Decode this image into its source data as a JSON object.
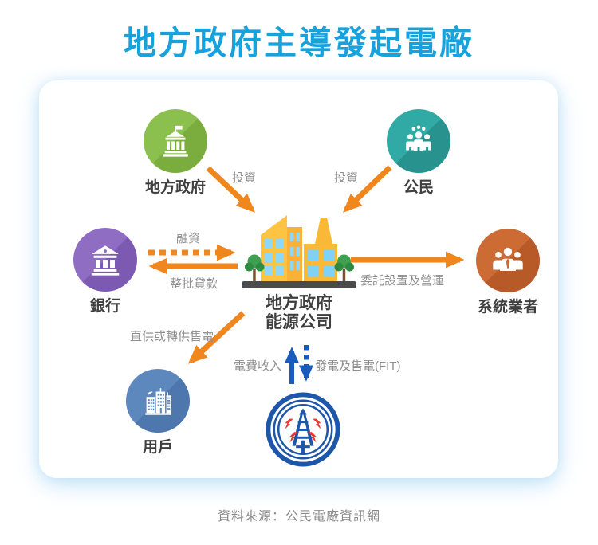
{
  "title": "地方政府主導發起電廠",
  "source": "資料來源：公民電廠資訊網",
  "diagram": {
    "entities": {
      "local_gov": {
        "label": "地方政府"
      },
      "citizens": {
        "label": "公民"
      },
      "bank": {
        "label": "銀行"
      },
      "system_operator": {
        "label": "系統業者"
      },
      "users": {
        "label": "用戶"
      },
      "energy_company": {
        "line1": "地方政府",
        "line2": "能源公司"
      }
    },
    "flows": {
      "invest_left": "投資",
      "invest_right": "投資",
      "financing": "融資",
      "batch_loan": "整批貸款",
      "commission": "委託設置及營運",
      "direct_supply": "直供或轉供售電",
      "electricity_income": "電費收入",
      "generation_sale": "發電及售電(FIT)"
    }
  },
  "icons": {
    "local_gov": "government-building-icon",
    "citizens": "crowd-icon",
    "bank": "bank-columns-icon",
    "system_operator": "business-team-icon",
    "users": "city-buildings-icon",
    "energy_company": "factory-illustration",
    "utility": "taipower-logo"
  },
  "colors": {
    "title_blue": "#18A2DC",
    "arrow_orange": "#F0861E",
    "arrow_blue": "#1A5CBE",
    "entity_green": "#8CC04E",
    "entity_teal": "#31A9A4",
    "entity_purple": "#8E6DC3",
    "entity_orange": "#CD6B34",
    "entity_blue": "#5C88BE",
    "taipower_blue": "#1E57A9",
    "taipower_red": "#E63A30"
  }
}
